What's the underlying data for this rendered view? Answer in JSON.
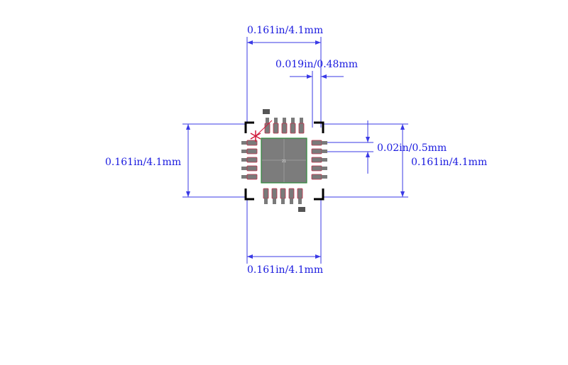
{
  "dimensions": {
    "top_width": "0.161in/4.1mm",
    "pad_width": "0.019in/0.48mm",
    "pitch": "0.02in/0.5mm",
    "left_height": "0.161in/4.1mm",
    "right_height": "0.161in/4.1mm",
    "bottom_width": "0.161in/4.1mm"
  },
  "package": {
    "center_label": "21",
    "pins_per_side": 5
  },
  "colors": {
    "dimension": "#1a1adf",
    "pad_outline": "#c0304a",
    "pin1_marker": "#d01a3a",
    "epad_outline": "#2e8a3a"
  }
}
